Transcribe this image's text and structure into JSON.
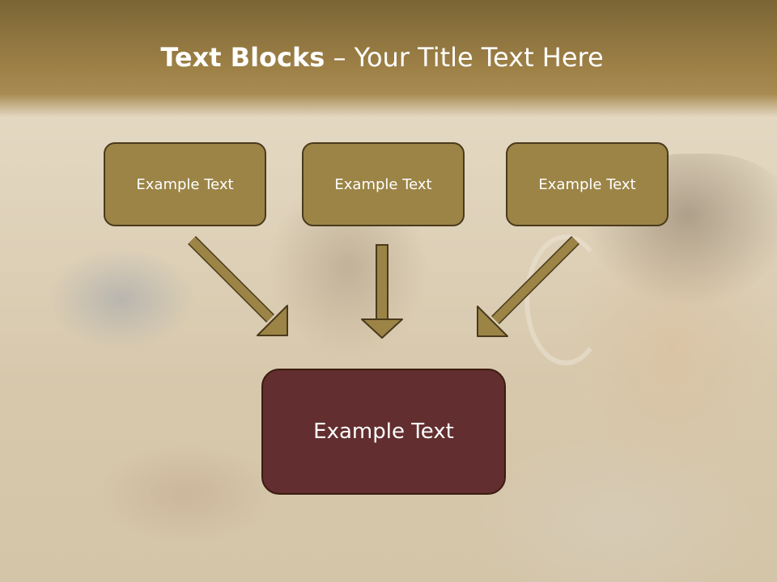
{
  "title": {
    "bold": "Text Blocks",
    "separator": " – ",
    "rest": "Your Title Text Here"
  },
  "boxes": {
    "left": "Example Text",
    "center": "Example Text",
    "right": "Example Text",
    "main": "Example Text"
  },
  "colors": {
    "title_bar": "#9c7f45",
    "small_box_fill": "#9b8446",
    "small_box_border": "#4a3a1c",
    "main_box_fill": "#632e2f",
    "arrow_fill": "#9b8446"
  }
}
